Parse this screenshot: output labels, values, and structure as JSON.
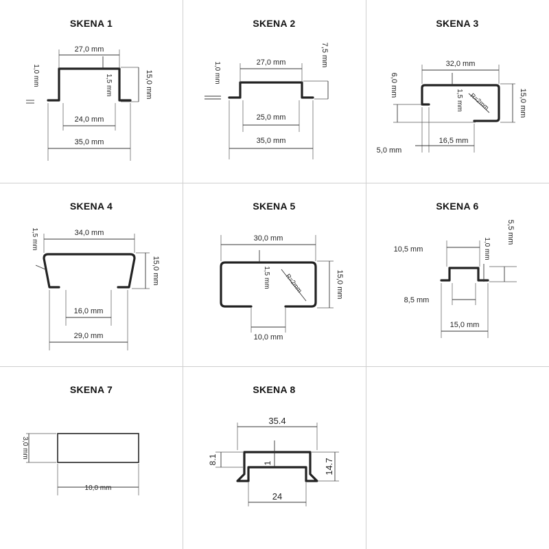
{
  "cells": [
    {
      "title": "SKENA 1",
      "labels": {
        "top": "27,0 mm",
        "thick": "1,0 mm",
        "height": "15,0 mm",
        "wall": "1,5 mm",
        "inner": "24,0 mm",
        "total": "35,0 mm"
      }
    },
    {
      "title": "SKENA 2",
      "labels": {
        "top": "27,0 mm",
        "thick": "1,0 mm",
        "height": "7,5 mm",
        "inner": "25,0 mm",
        "total": "35,0 mm"
      }
    },
    {
      "title": "SKENA 3",
      "labels": {
        "top": "32,0 mm",
        "lip": "6,0 mm",
        "wall": "1,5 mm",
        "radius": "R=2mm",
        "height": "15,0 mm",
        "gap": "5,0 mm",
        "bottom": "16,5 mm"
      }
    },
    {
      "title": "SKENA 4",
      "labels": {
        "top": "34,0 mm",
        "wall": "1,5 mm",
        "height": "15,0 mm",
        "gap": "16,0 mm",
        "total": "29,0 mm"
      }
    },
    {
      "title": "SKENA 5",
      "labels": {
        "top": "30,0 mm",
        "wall": "1,5 mm",
        "radius": "R=2mm",
        "height": "15,0 mm",
        "gap": "10,0 mm"
      }
    },
    {
      "title": "SKENA 6",
      "labels": {
        "top": "10,5 mm",
        "height": "5,5 mm",
        "thick": "1,0 mm",
        "inner": "8,5 mm",
        "total": "15,0 mm"
      }
    },
    {
      "title": "SKENA 7",
      "labels": {
        "height": "3,0 mm",
        "width": "10,0 mm"
      }
    },
    {
      "title": "SKENA 8",
      "labels": {
        "top": "35.4",
        "lip": "8.1",
        "thick": "1",
        "height": "14.7",
        "bottom": "24"
      }
    }
  ]
}
